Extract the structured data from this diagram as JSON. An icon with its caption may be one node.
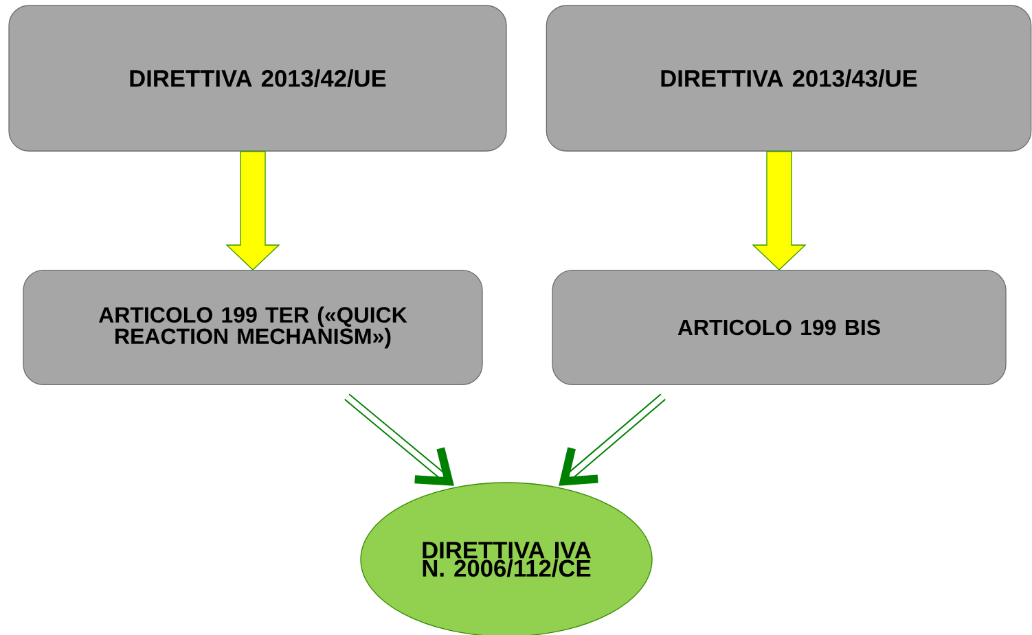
{
  "diagram": {
    "nodes": [
      {
        "text": [
          "DIRETTIVA 2013/42/UE"
        ]
      },
      {
        "text": [
          "DIRETTIVA 2013/43/UE"
        ]
      },
      {
        "text": [
          "ARTICOLO 199 TER («QUICK REACTION MECHANISM»)"
        ]
      },
      {
        "text": [
          "ARTICOLO 199 BIS"
        ]
      },
      {
        "text": [
          "DIRETTIVA IVA N. 2006/112/CE"
        ]
      }
    ],
    "edges": [
      {
        "from": 0,
        "to": 2,
        "arrow": "to",
        "style": "thick",
        "color": "#ffff00"
      },
      {
        "from": 1,
        "to": 3,
        "arrow": "to",
        "style": "thick",
        "color": "#ffff00"
      },
      {
        "from": 2,
        "to": 4,
        "arrow": "to",
        "color": "#008000"
      },
      {
        "from": 3,
        "to": 4,
        "arrow": "to",
        "color": "#008000"
      }
    ]
  }
}
